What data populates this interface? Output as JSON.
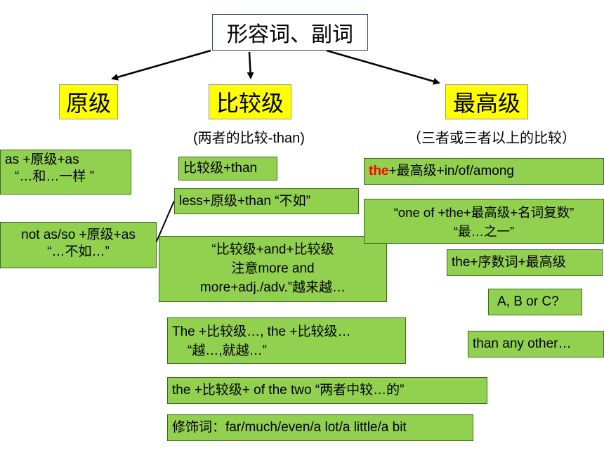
{
  "title": "形容词、副词",
  "categories": {
    "positive": "原级",
    "comparative": "比较级",
    "superlative": "最高级"
  },
  "comparative_note": "(两者的比较-than)",
  "superlative_note": "（三者或三者以上的比较）",
  "positive_boxes": [
    [
      "as +原级+as",
      "“…和…一样 ”"
    ],
    [
      "not as/so +原级+as",
      "“…不如…”"
    ]
  ],
  "comparative_boxes": {
    "b1": "比较级+than",
    "b2": "less+原级+than “不如”",
    "b3": [
      "“比较级+and+比较级",
      "注意more and",
      "more+adj./adv.”越来越…"
    ],
    "b4": [
      "The +比较级…, the +比较级…",
      "“越…,就越…”"
    ],
    "b5": "the +比较级+ of the two “两者中较…的”",
    "b6": "修饰词：far/much/even/a lot/a little/a bit"
  },
  "superlative_boxes": {
    "b1_red": "the",
    "b1_rest": "+最高级+in/of/among",
    "b2": [
      "“one of +the+最高级+名词复数”",
      "“最…之一”"
    ],
    "b3": "the+序数词+最高级",
    "b4": "A, B or C?",
    "b5": "than any other…"
  }
}
